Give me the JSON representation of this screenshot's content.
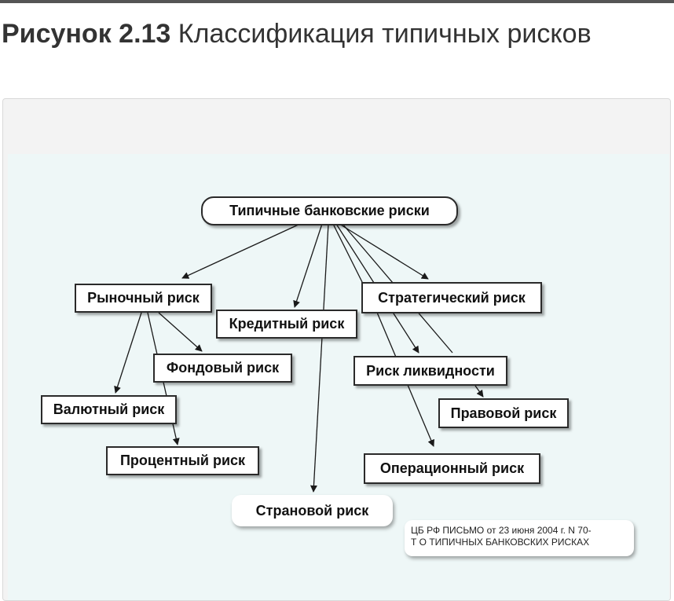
{
  "heading": {
    "label": "Рисунок 2.13",
    "title": "Классификация типичных рисков"
  },
  "diagram": {
    "root": "Типичные банковские риски",
    "market_risk": "Рыночный риск",
    "credit_risk": "Кредитный риск",
    "strategic_risk": "Стратегический риск",
    "stock_risk": "Фондовый риск",
    "currency_risk": "Валютный риск",
    "interest_risk": "Процентный риск",
    "liquidity_risk": "Риск ликвидности",
    "legal_risk": "Правовой риск",
    "operational_risk": "Операционный риск",
    "country_risk": "Страновой риск"
  },
  "source_note": {
    "line1": "ЦБ РФ ПИСЬМО от 23 июня 2004 г. N 70-",
    "line2": "Т О ТИПИЧНЫХ БАНКОВСКИХ РИСКАХ"
  },
  "colors": {
    "diagram_background": "#eef7f7",
    "frame_background": "#f3f3f3",
    "node_border": "#2a2a2a",
    "arrow": "#1a1a1a"
  }
}
